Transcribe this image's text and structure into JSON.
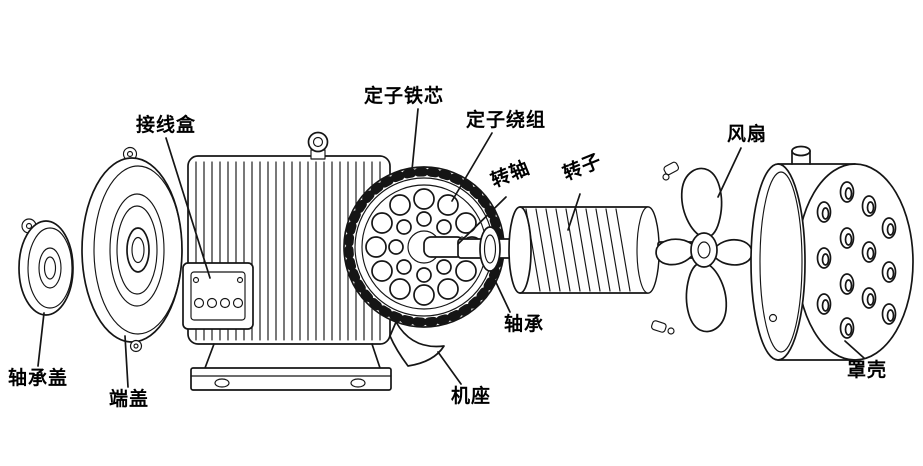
{
  "diagram": {
    "background": "#ffffff",
    "ink": "#151515",
    "labels": {
      "junction_box": "接线盒",
      "stator_core": "定子铁芯",
      "stator_winding": "定子绕组",
      "shaft": "转轴",
      "rotor": "转子",
      "fan": "风扇",
      "bearing": "轴承",
      "bearing_cover": "轴承盖",
      "end_cover": "端盖",
      "frame": "机座",
      "shell": "罩壳"
    }
  }
}
